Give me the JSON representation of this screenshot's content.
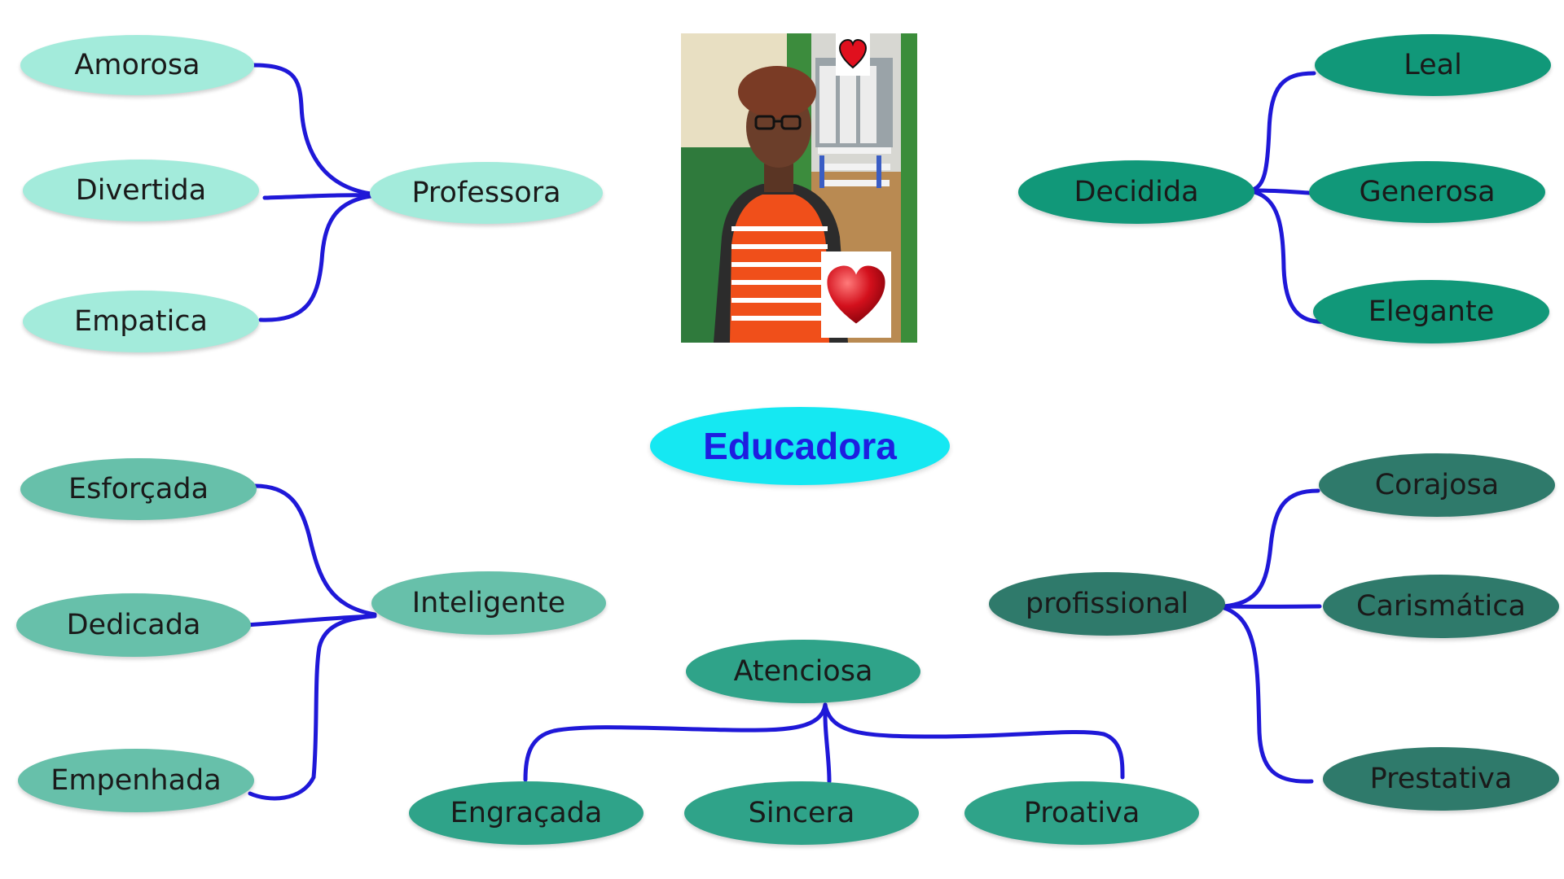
{
  "center": {
    "label": "Educadora",
    "fill": "#15e8f2",
    "text_color": "#1e1ee0"
  },
  "connector_color": "#1f18d8",
  "groups": [
    {
      "id": "top-left",
      "fill": "#a3ebdb",
      "hub": {
        "label": "Professora"
      },
      "leaves": [
        {
          "label": "Amorosa"
        },
        {
          "label": "Divertida"
        },
        {
          "label": "Empatica"
        }
      ]
    },
    {
      "id": "top-right",
      "fill": "#119879",
      "hub": {
        "label": "Decidida"
      },
      "leaves": [
        {
          "label": "Leal"
        },
        {
          "label": "Generosa"
        },
        {
          "label": "Elegante"
        }
      ]
    },
    {
      "id": "bottom-left",
      "fill": "#67c0aa",
      "hub": {
        "label": "Inteligente"
      },
      "leaves": [
        {
          "label": "Esforçada"
        },
        {
          "label": "Dedicada"
        },
        {
          "label": "Empenhada"
        }
      ]
    },
    {
      "id": "bottom-center",
      "fill": "#2fa389",
      "hub": {
        "label": "Atenciosa"
      },
      "leaves": [
        {
          "label": "Engraçada"
        },
        {
          "label": "Sincera"
        },
        {
          "label": "Proativa"
        }
      ]
    },
    {
      "id": "bottom-right",
      "fill": "#2f7a6b",
      "hub": {
        "label": "profissional"
      },
      "leaves": [
        {
          "label": "Corajosa"
        },
        {
          "label": "Carismática"
        },
        {
          "label": "Prestativa"
        }
      ]
    }
  ],
  "photo": {
    "subject": "teacher-portrait",
    "icons": [
      "heart-icon",
      "heart-icon"
    ]
  }
}
